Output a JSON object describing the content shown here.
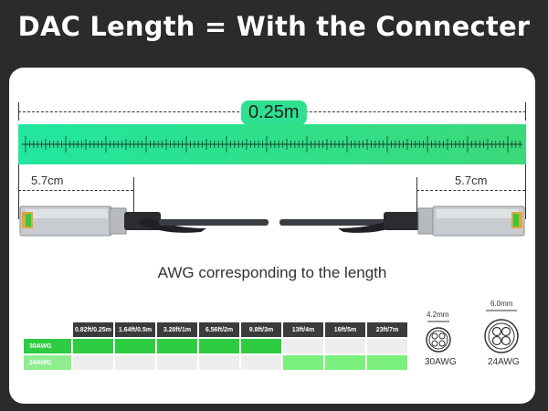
{
  "title": "DAC Length = With the Connecter",
  "length_label": "0.25m",
  "left_connector_label": "5.7cm",
  "right_connector_label": "5.7cm",
  "awg_section_title": "AWG corresponding to the length",
  "table": {
    "columns": [
      "0.82ft/0.25m",
      "1.64ft/0.5m",
      "3.28ft/1m",
      "6.56ft/2m",
      "9.8ft/3m",
      "13ft/4m",
      "16ft/5m",
      "23ft/7m"
    ],
    "rows": [
      {
        "label": "30AWG",
        "cells": [
          true,
          true,
          true,
          true,
          true,
          false,
          false,
          false
        ]
      },
      {
        "label": "24AWG",
        "cells": [
          false,
          false,
          false,
          false,
          false,
          true,
          true,
          true
        ]
      }
    ]
  },
  "cross_sections": [
    {
      "label": "30AWG",
      "diameter": "4.2mm"
    },
    {
      "label": "24AWG",
      "diameter": "6.0mm"
    }
  ],
  "colors": {
    "ruler": "#2fe08a",
    "awg30": "#2ecc40",
    "awg24": "#7cf07c"
  }
}
